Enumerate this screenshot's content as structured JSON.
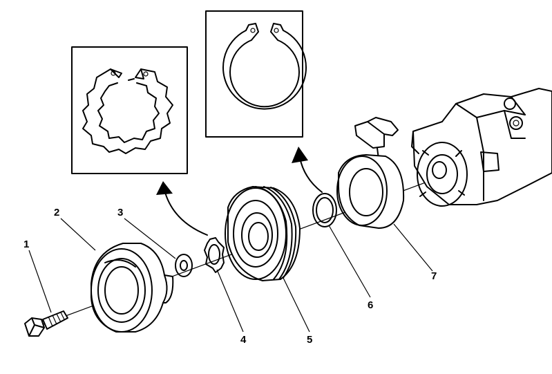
{
  "callouts": [
    {
      "number": "1",
      "part": "bolt"
    },
    {
      "number": "2",
      "part": "clutch-hub"
    },
    {
      "number": "3",
      "part": "washer"
    },
    {
      "number": "4",
      "part": "retaining-ring-tabbed"
    },
    {
      "number": "5",
      "part": "pulley"
    },
    {
      "number": "6",
      "part": "snap-ring"
    },
    {
      "number": "7",
      "part": "coil"
    }
  ],
  "colors": {
    "line": "#000000",
    "background": "#ffffff"
  }
}
